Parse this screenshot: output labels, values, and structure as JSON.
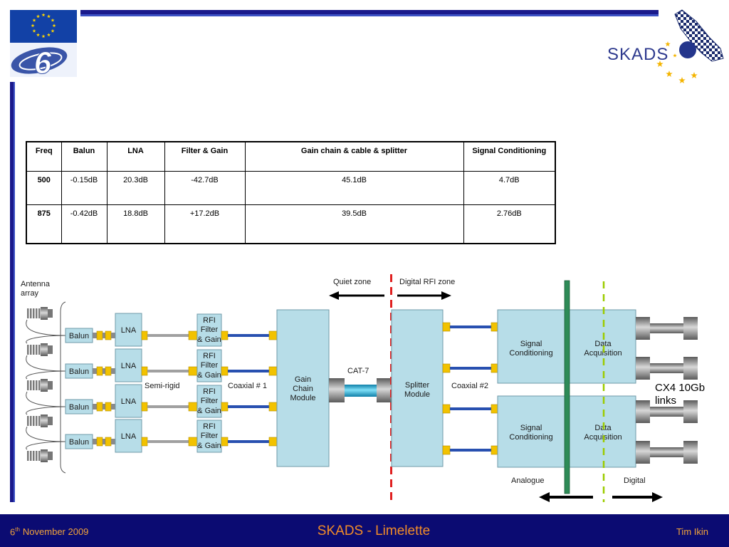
{
  "header": {
    "logo_left_number": "6",
    "logo_right_text": "SKADS"
  },
  "table": {
    "columns": [
      "Freq",
      "Balun",
      "LNA",
      "Filter & Gain",
      "Gain chain & cable & splitter",
      "Signal Conditioning"
    ],
    "rows": [
      [
        "500",
        "-0.15dB",
        "20.3dB",
        "-42.7dB",
        "45.1dB",
        "4.7dB"
      ],
      [
        "875",
        "-0.42dB",
        "18.8dB",
        "+17.2dB",
        "39.5dB",
        "2.76dB"
      ]
    ]
  },
  "diagram": {
    "antenna_label": [
      "Antenna",
      "array"
    ],
    "balun_label": "Balun",
    "lna_label": "LNA",
    "rfi_label": [
      "RFI",
      "Filter",
      "& Gain"
    ],
    "semi_rigid": "Semi-rigid",
    "coaxial1": "Coaxial # 1",
    "gain_chain": [
      "Gain",
      "Chain",
      "Module"
    ],
    "cat7": "CAT-7",
    "quiet_zone": "Quiet zone",
    "digital_rfi_zone": "Digital RFI zone",
    "splitter": [
      "Splitter",
      "Module"
    ],
    "coaxial2": "Coaxial #2",
    "signal_conditioning": [
      "Signal",
      "Conditioning"
    ],
    "data_acquisition": [
      "Data",
      "Acquisition"
    ],
    "links": [
      "CX4 10Gb",
      "links"
    ],
    "analogue": "Analogue",
    "digital": "Digital"
  },
  "footer": {
    "date_day": "6",
    "date_sup": "th",
    "date_rest": "November 2009",
    "title": "SKADS - Limelette",
    "author": "Tim Ikin"
  },
  "colors": {
    "module_fill": "#b7dde8",
    "connector": "#f2c200",
    "coax_line": "#2850b0",
    "cat7_cable": "#27b6dc",
    "quiet_zone_boundary": "#e02020",
    "digital_boundary": "#9ccc00",
    "analogue_digital_divider": "#2e8b57",
    "footer_bg": "#0b0b72",
    "footer_text": "#f28c28",
    "brand_navy": "#1a1a8c"
  }
}
